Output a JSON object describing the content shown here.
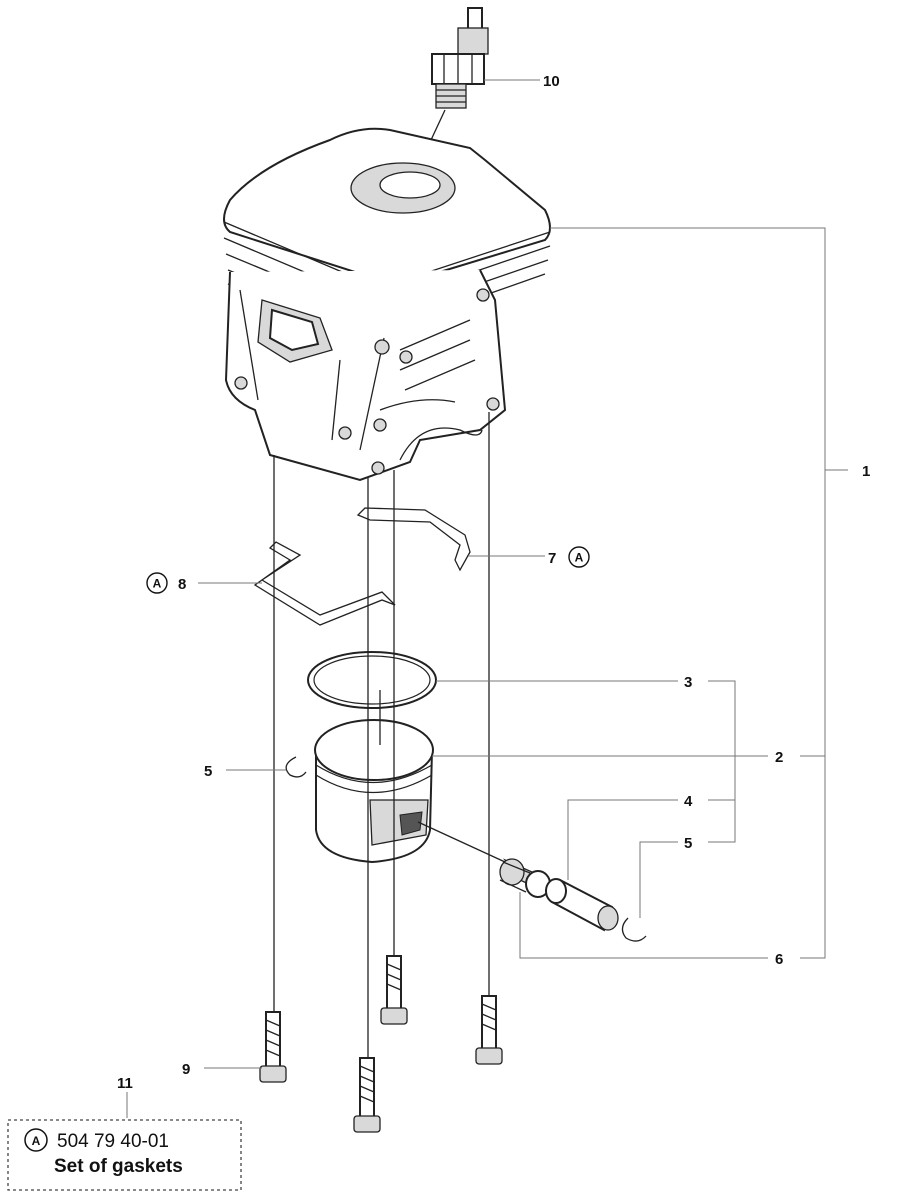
{
  "callouts": {
    "p1": "1",
    "p2": "2",
    "p3": "3",
    "p4": "4",
    "p5_left": "5",
    "p5_right": "5",
    "p6": "6",
    "p7": "7",
    "p8": "8",
    "p9": "9",
    "p10": "10",
    "p11": "11"
  },
  "marker": {
    "letter": "A"
  },
  "kit": {
    "part_number": "504 79 40-01",
    "name": "Set of gaskets"
  }
}
